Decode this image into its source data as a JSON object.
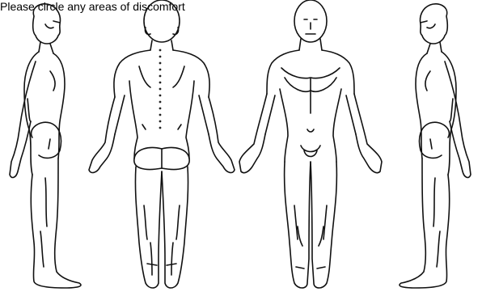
{
  "instruction": "Please circle any areas of discomfort",
  "figures": [
    {
      "view": "side-left",
      "icon": "body-side-left-icon"
    },
    {
      "view": "back",
      "icon": "body-back-icon"
    },
    {
      "view": "front",
      "icon": "body-front-icon"
    },
    {
      "view": "side-right",
      "icon": "body-side-right-icon"
    }
  ]
}
